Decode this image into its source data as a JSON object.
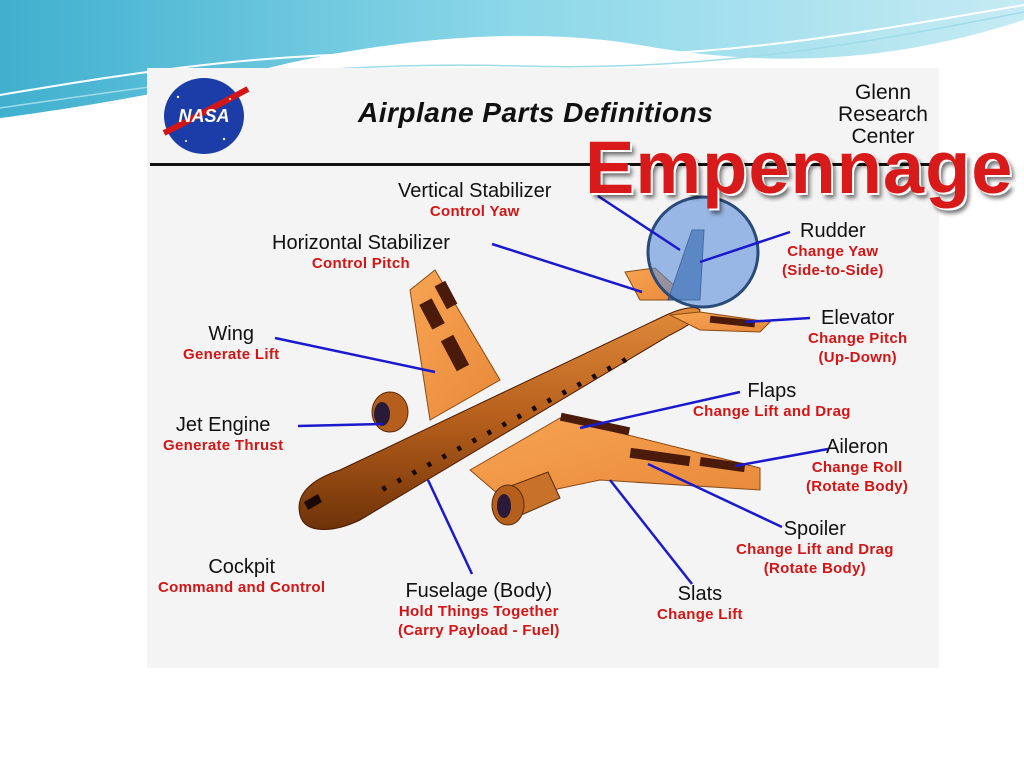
{
  "slide": {
    "overlay_title": "Empennage",
    "accent_color": "#d81a1a",
    "leader_color": "#1a1acc",
    "highlight_color": "#5a8ed8"
  },
  "header": {
    "logo_text": "NASA",
    "title": "Airplane  Parts  Definitions",
    "org_line1": "Glenn",
    "org_line2": "Research",
    "org_line3": "Center"
  },
  "parts": {
    "vertical_stabilizer": {
      "name": "Vertical  Stabilizer",
      "desc": "Control  Yaw"
    },
    "horizontal_stabilizer": {
      "name": "Horizontal  Stabilizer",
      "desc": "Control  Pitch"
    },
    "rudder": {
      "name": "Rudder",
      "desc1": "Change  Yaw",
      "desc2": "(Side-to-Side)"
    },
    "elevator": {
      "name": "Elevator",
      "desc1": "Change  Pitch",
      "desc2": "(Up-Down)"
    },
    "wing": {
      "name": "Wing",
      "desc": "Generate  Lift"
    },
    "jet_engine": {
      "name": "Jet  Engine",
      "desc": "Generate  Thrust"
    },
    "flaps": {
      "name": "Flaps",
      "desc": "Change  Lift  and  Drag"
    },
    "aileron": {
      "name": "Aileron",
      "desc1": "Change  Roll",
      "desc2": "(Rotate  Body)"
    },
    "spoiler": {
      "name": "Spoiler",
      "desc1": "Change  Lift  and  Drag",
      "desc2": "(Rotate  Body)"
    },
    "slats": {
      "name": "Slats",
      "desc": "Change  Lift"
    },
    "fuselage": {
      "name": "Fuselage  (Body)",
      "desc1": "Hold  Things Together",
      "desc2": "(Carry  Payload - Fuel)"
    },
    "cockpit": {
      "name": "Cockpit",
      "desc": "Command  and  Control"
    }
  }
}
